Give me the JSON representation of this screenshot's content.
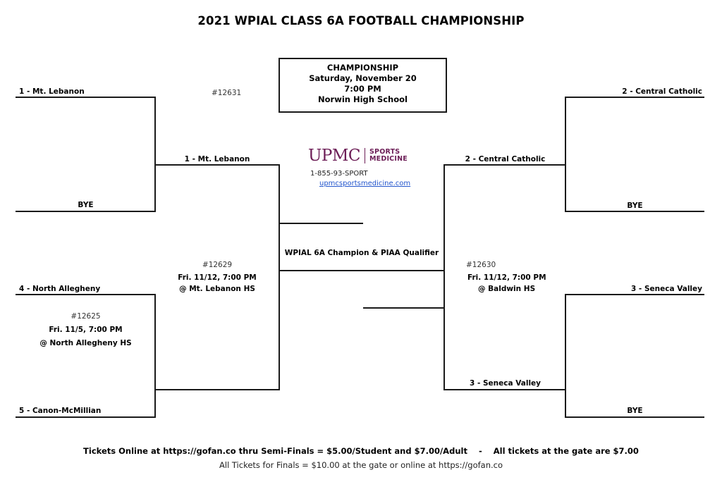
{
  "title": "2021 WPIAL CLASS 6A FOOTBALL CHAMPIONSHIP",
  "championship": {
    "heading": "CHAMPIONSHIP",
    "date": "Saturday, November 20",
    "time": "7:00 PM",
    "venue": "Norwin High School",
    "game_id": "#12631",
    "result_label": "WPIAL 6A Champion & PIAA Qualifier"
  },
  "sponsor": {
    "logo_main": "UPMC",
    "logo_sub_1": "SPORTS",
    "logo_sub_2": "MEDICINE",
    "phone": "1-855-93-SPORT",
    "website": "upmcsportsmedicine.com",
    "brand_color": "#6c1d56"
  },
  "left_bracket": {
    "round1_top": {
      "team_a": "1 - Mt. Lebanon",
      "team_b": "BYE"
    },
    "round1_bottom": {
      "team_a": "4 - North Allegheny",
      "team_b": "5 - Canon-McMillian",
      "game_id": "#12625",
      "date_time": "Fri. 11/5, 7:00 PM",
      "location": "@ North Allegheny HS"
    },
    "semifinal": {
      "team_a": "1 - Mt. Lebanon",
      "team_b": "",
      "game_id": "#12629",
      "date_time": "Fri. 11/12, 7:00 PM",
      "location": "@ Mt. Lebanon HS"
    }
  },
  "right_bracket": {
    "round1_top": {
      "team_a": "2 - Central Catholic",
      "team_b": "BYE"
    },
    "round1_bottom": {
      "team_a": "3 - Seneca Valley",
      "team_b": "BYE"
    },
    "semifinal": {
      "team_a": "2 - Central Catholic",
      "team_b": "3 - Seneca Valley",
      "game_id": "#12630",
      "date_time": "Fri. 11/12, 7:00 PM",
      "location": "@ Baldwin HS"
    }
  },
  "footer": {
    "line1": "Tickets Online at https://gofan.co thru Semi-Finals = $5.00/Student and $7.00/Adult    -    All tickets at the gate are $7.00",
    "line2": "All Tickets for Finals = $10.00 at the gate or online at https://gofan.co"
  }
}
